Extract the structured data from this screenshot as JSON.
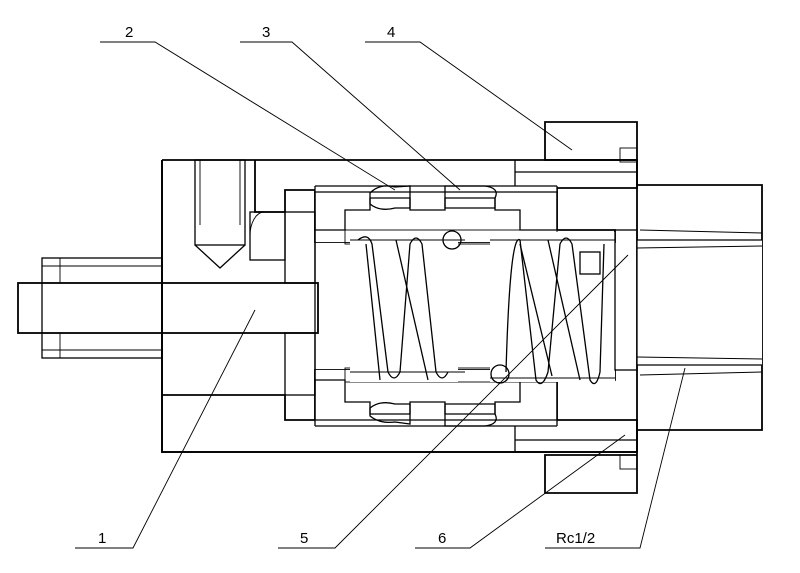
{
  "callouts": [
    {
      "id": "1",
      "text": "1"
    },
    {
      "id": "2",
      "text": "2"
    },
    {
      "id": "3",
      "text": "3"
    },
    {
      "id": "4",
      "text": "4"
    },
    {
      "id": "5",
      "text": "5"
    },
    {
      "id": "6",
      "text": "6"
    },
    {
      "id": "thread",
      "text": "Rc1/2"
    }
  ],
  "colors": {
    "line": "#000000",
    "background": "#ffffff"
  }
}
